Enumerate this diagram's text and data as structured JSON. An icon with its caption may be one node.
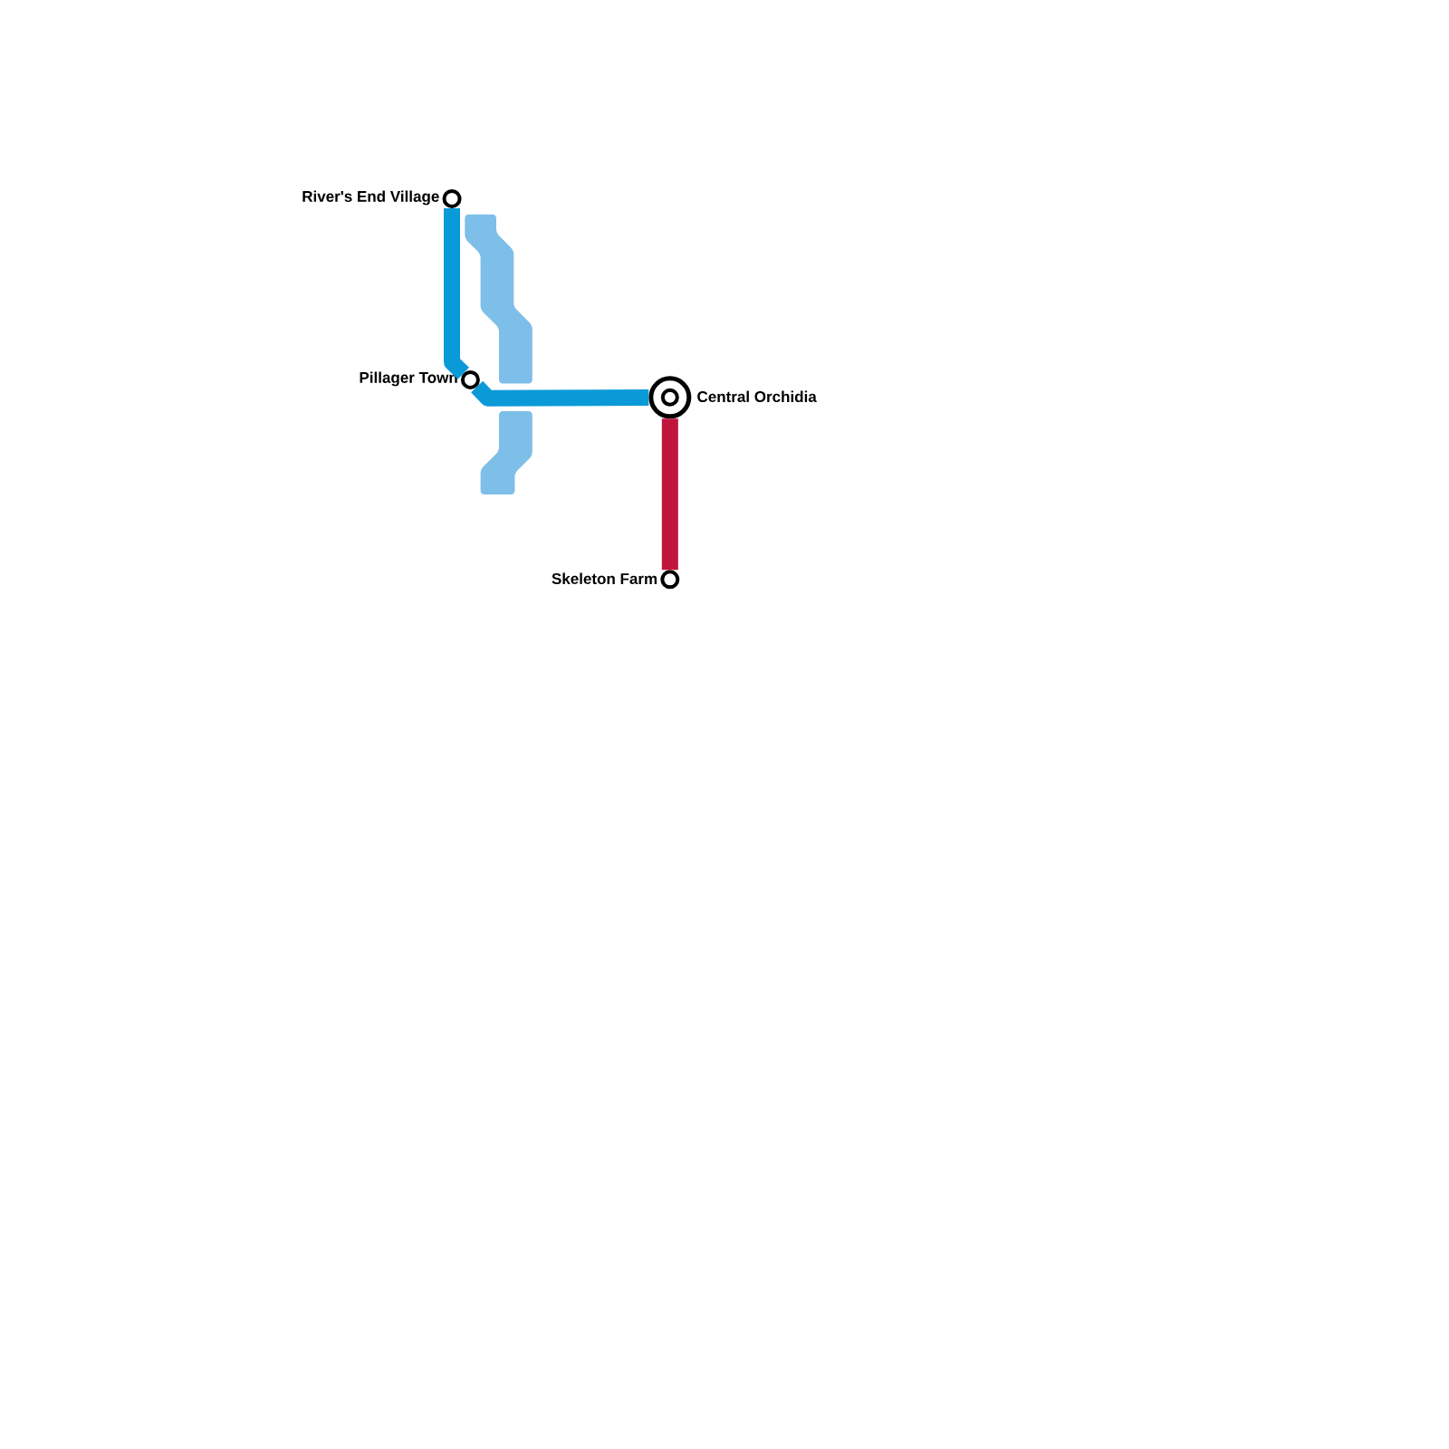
{
  "diagram": {
    "nodes": [
      {
        "text": [
          "River's End Village"
        ]
      },
      {
        "text": [
          "Pillager Town"
        ]
      },
      {
        "text": [
          "Central Orchidia"
        ]
      },
      {
        "text": [
          "Skeleton Farm"
        ]
      }
    ],
    "edges": [
      {
        "from": 0,
        "to": 1,
        "arrow": "none",
        "color": "#0b9ad8"
      },
      {
        "from": 1,
        "to": 2,
        "arrow": "none",
        "color": "#0b9ad8"
      },
      {
        "from": 2,
        "to": 3,
        "arrow": "none",
        "color": "#c0143c"
      }
    ]
  }
}
